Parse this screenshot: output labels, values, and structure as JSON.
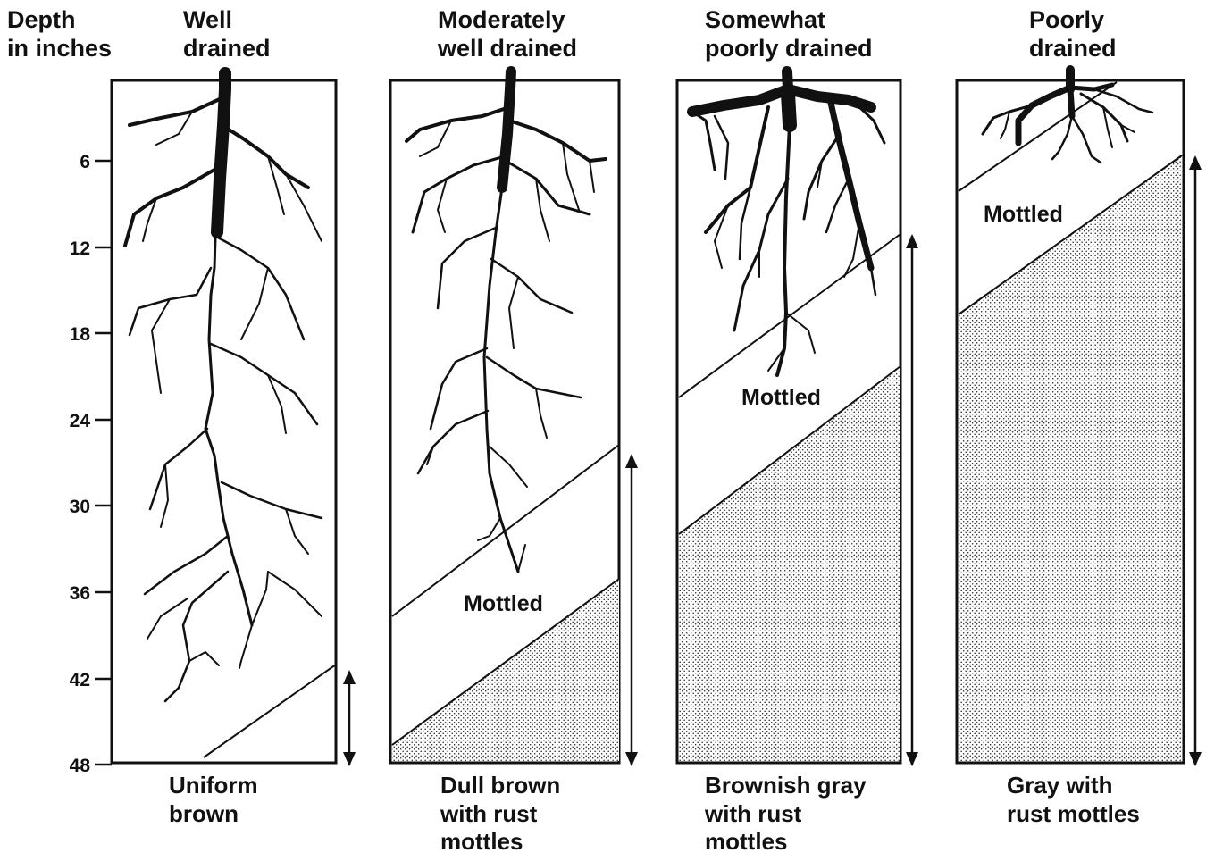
{
  "axis": {
    "title_line1": "Depth",
    "title_line2": "in inches",
    "ticks": [
      "6",
      "12",
      "18",
      "24",
      "30",
      "36",
      "42",
      "48"
    ]
  },
  "columns": [
    {
      "id": "well",
      "title": [
        "Well",
        "drained"
      ],
      "footer": [
        "Uniform",
        "brown"
      ],
      "mottled_label": ""
    },
    {
      "id": "moderate",
      "title": [
        "Moderately",
        "well drained"
      ],
      "footer": [
        "Dull brown",
        "with rust",
        "mottles"
      ],
      "mottled_label": "Mottled"
    },
    {
      "id": "somewhat",
      "title": [
        "Somewhat",
        "poorly drained"
      ],
      "footer": [
        "Brownish gray",
        "with rust",
        "mottles"
      ],
      "mottled_label": "Mottled"
    },
    {
      "id": "poorly",
      "title": [
        "Poorly",
        "drained"
      ],
      "footer": [
        "Gray with",
        "rust mottles"
      ],
      "mottled_label": "Mottled"
    }
  ],
  "colors": {
    "ink": "#111111",
    "background": "#ffffff"
  }
}
